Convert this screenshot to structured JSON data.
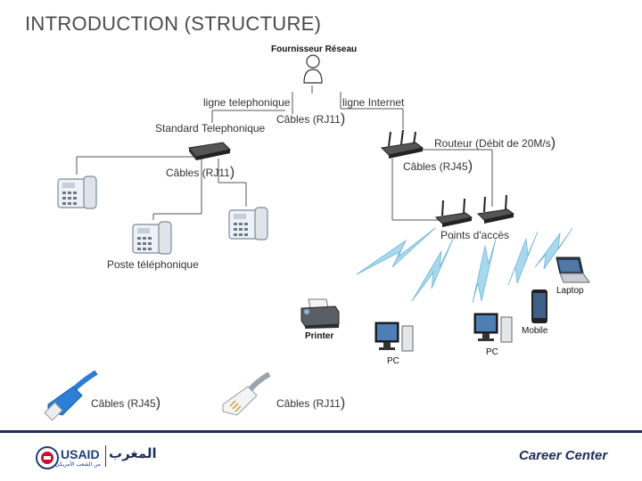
{
  "title": "INTRODUCTION (STRUCTURE)",
  "provider": "Fournisseur Réseau",
  "phone_line": "ligne telephonique",
  "internet_line": "ligne Internet",
  "switchboard": "Standard Telephonique",
  "cables_rj11_top": "Câbles (RJ11",
  "cables_rj11_left": "Câbles (RJ11",
  "router": "Routeur (Débit de 20M/s",
  "cables_rj45_router": "Câbles (RJ45",
  "access_points": "Points d'accès",
  "phone_post": "Poste téléphonique",
  "laptop": "Laptop",
  "mobile": "Mobile",
  "printer": "Printer",
  "pc1": "PC",
  "pc2": "PC",
  "legend_rj45": "Câbles (RJ45",
  "legend_rj11": "Câbles (RJ11",
  "paren": ")",
  "footer": {
    "usaid_logo": "USAID",
    "arabic_logo": "المغرب",
    "arabic_sub": "من الشعب الأمريكي",
    "career_center": "Career Center"
  },
  "colors": {
    "footer_rule": "#1e2d5a",
    "lightning": "#a8d8ee",
    "rj45_plug": "#2b7fd4",
    "usaid_red": "#c8102e",
    "usaid_blue": "#1e3c7a"
  }
}
